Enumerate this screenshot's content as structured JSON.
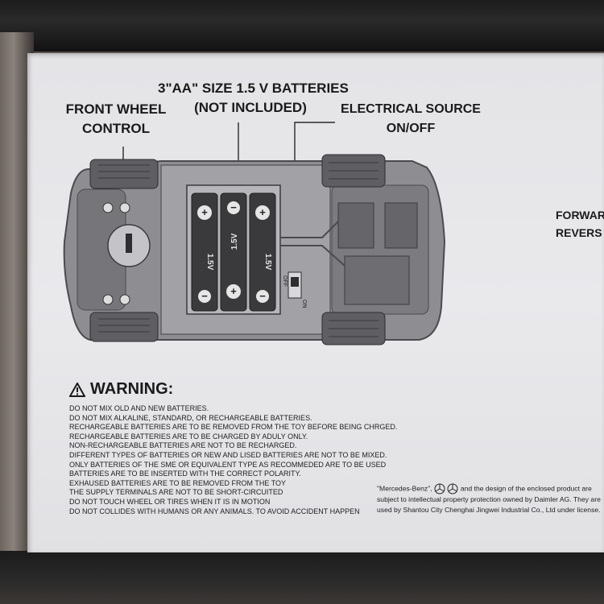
{
  "labels": {
    "batteries_line1": "3\"AA\" SIZE 1.5 V  BATTERIES",
    "batteries_line2": "(NOT INCLUDED)",
    "front_wheel_line1": "FRONT WHEEL",
    "front_wheel_line2": "CONTROL",
    "electrical_line1": "ELECTRICAL SOURCE",
    "electrical_line2": "ON/OFF",
    "forward_cut": "FORWAR",
    "reverse_cut": "REVERS"
  },
  "diagram": {
    "batteries": [
      "1.5V",
      "1.5V",
      "1.5V"
    ],
    "switch_off": "OFF",
    "switch_on": "ON",
    "colors": {
      "car_body": "#8e8e92",
      "car_dark": "#5f5f63",
      "battery": "#3a3a3d",
      "line": "#2a2a2a"
    }
  },
  "warning": {
    "title": "WARNING:",
    "icon": "warning-triangle-icon",
    "lines": [
      "DO NOT MIX OLD AND NEW BATTERIES.",
      "DO NOT MIX ALKALINE, STANDARD, OR RECHARGEABLE BATTERIES.",
      "RECHARGEABLE BATTERIES ARE TO BE REMOVED FROM THE TOY BEFORE BEING CHRGED.",
      "RECHARGEABLE BATTERIES ARE TO BE CHARGED BY ADULY ONLY.",
      "NON-RECHARGEABLE BATTERIES ARE NOT TO BE RECHARGED.",
      "DIFFERENT TYPES OF BATTERIES OR NEW AND LISED BATTERIES ARE NOT TO BE MIXED.",
      "ONLY BATTERIES OF THE SME OR EQUIVALENT TYPE AS RECOMMEDED ARE TO BE USED",
      "BATTERIES ARE TO BE INSERTED WITH THE CORRECT POLARITY.",
      "EXHAUSED BATTERIES ARE TO BE REMOVED FROM THE TOY",
      "THE SUPPLY TERMINALS ARE NOT TO BE SHORT-CIRCUITED",
      "DO NOT TOUCH WHEEL OR TIRES WHEN IT IS IN MOTION",
      "DO NOT COLLIDES WITH HUMANS OR ANY ANIMALS. TO AVOID ACCIDENT HAPPEN"
    ]
  },
  "license": {
    "line1_start": "\"Mercedes-Benz\",",
    "line1_end": "and the design of the enclosed product are",
    "line2": "subject  to intellectual  property  protection  owned by Daimler AG. They are",
    "line3": "used by Shantou City Chenghai Jingwei Industrial Co., Ltd under license.",
    "icon": "mercedes-star-icon"
  }
}
